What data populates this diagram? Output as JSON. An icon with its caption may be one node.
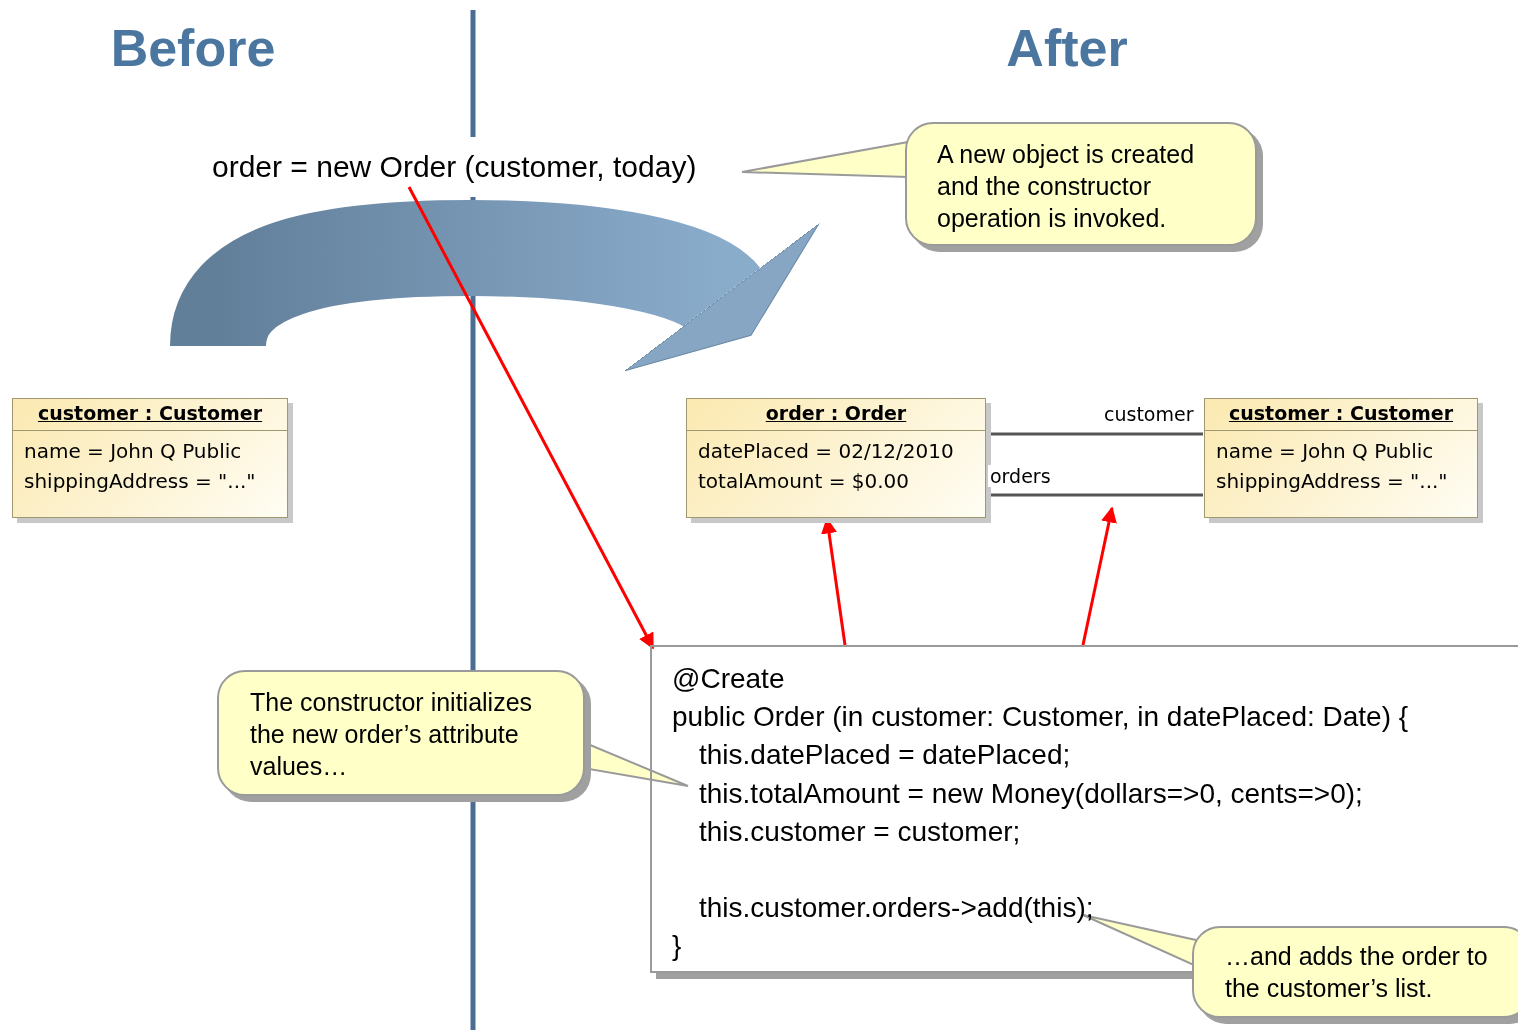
{
  "diagram": {
    "nodes": [
      {
        "text": [
          "order = new Order (customer, today)"
        ]
      },
      {
        "text": [
          "A new object is created and the constructor operation is invoked."
        ]
      },
      {
        "text": [
          "customer : Customer",
          "name = John Q Public",
          "shippingAddress = \"...\""
        ]
      },
      {
        "text": [
          "order : Order",
          "datePlaced = 02/12/2010",
          "totalAmount = $0.00"
        ]
      },
      {
        "text": [
          "customer : Customer",
          "name = John Q Public",
          "shippingAddress = \"...\""
        ]
      },
      {
        "text": [
          "@Create",
          "public Order (in customer: Customer, in datePlaced: Date) {",
          "this.datePlaced = datePlaced;",
          "this.totalAmount = new Money(dollars=>0, cents=>0);",
          "this.customer = customer;",
          "this.customer.orders->add(this);",
          "}"
        ]
      },
      {
        "text": [
          "The constructor initializes the new order’s attribute values…"
        ]
      },
      {
        "text": [
          "…and adds the order to the customer’s list."
        ]
      }
    ],
    "edges": [
      {
        "from": 0,
        "to": 5,
        "arrow": "to",
        "color": "#ff0000"
      },
      {
        "from": 5,
        "to": 3,
        "arrow": "to",
        "color": "#ff0000"
      },
      {
        "from": 5,
        "to": null,
        "arrow": "to",
        "color": "#ff0000"
      },
      {
        "from": 3,
        "to": 4,
        "arrow": "none",
        "label": "customer",
        "color": "#555555"
      },
      {
        "from": 3,
        "to": 4,
        "arrow": "none",
        "label": "orders",
        "color": "#555555"
      },
      {
        "from": 1,
        "to": 0,
        "arrow": "none",
        "color": "#9a9a9a"
      },
      {
        "from": 6,
        "to": 5,
        "arrow": "none",
        "color": "#9a9a9a"
      },
      {
        "from": 7,
        "to": 5,
        "arrow": "none",
        "color": "#9a9a9a"
      }
    ],
    "labels": [
      "Before",
      "After"
    ]
  }
}
